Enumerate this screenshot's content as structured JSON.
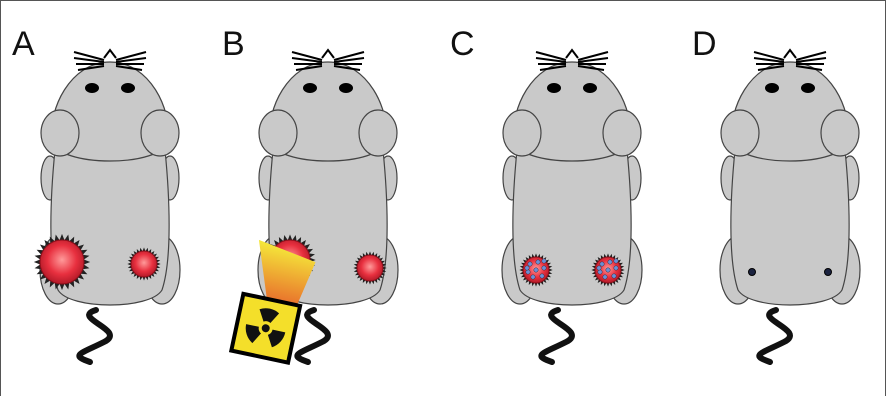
{
  "figure": {
    "panels": [
      {
        "label": "A",
        "state": "two-tumors"
      },
      {
        "label": "B",
        "state": "irradiated-tumor"
      },
      {
        "label": "C",
        "state": "tumors-with-particles"
      },
      {
        "label": "D",
        "state": "tumors-regressed"
      }
    ]
  },
  "colors": {
    "mouse_body": "#c9c9c9",
    "mouse_outline": "#444444",
    "tumor": "#e8303f",
    "tumor_glow": "#ff8a8a",
    "tail": "#111111",
    "beam_top": "#f5e93a",
    "beam_bottom": "#e86a2b",
    "radiation_symbol": "#111111",
    "radiation_box": "#f4df2a",
    "particle": "#6b8fd6"
  },
  "icons": {
    "radiation": "radiation-trefoil-icon"
  }
}
